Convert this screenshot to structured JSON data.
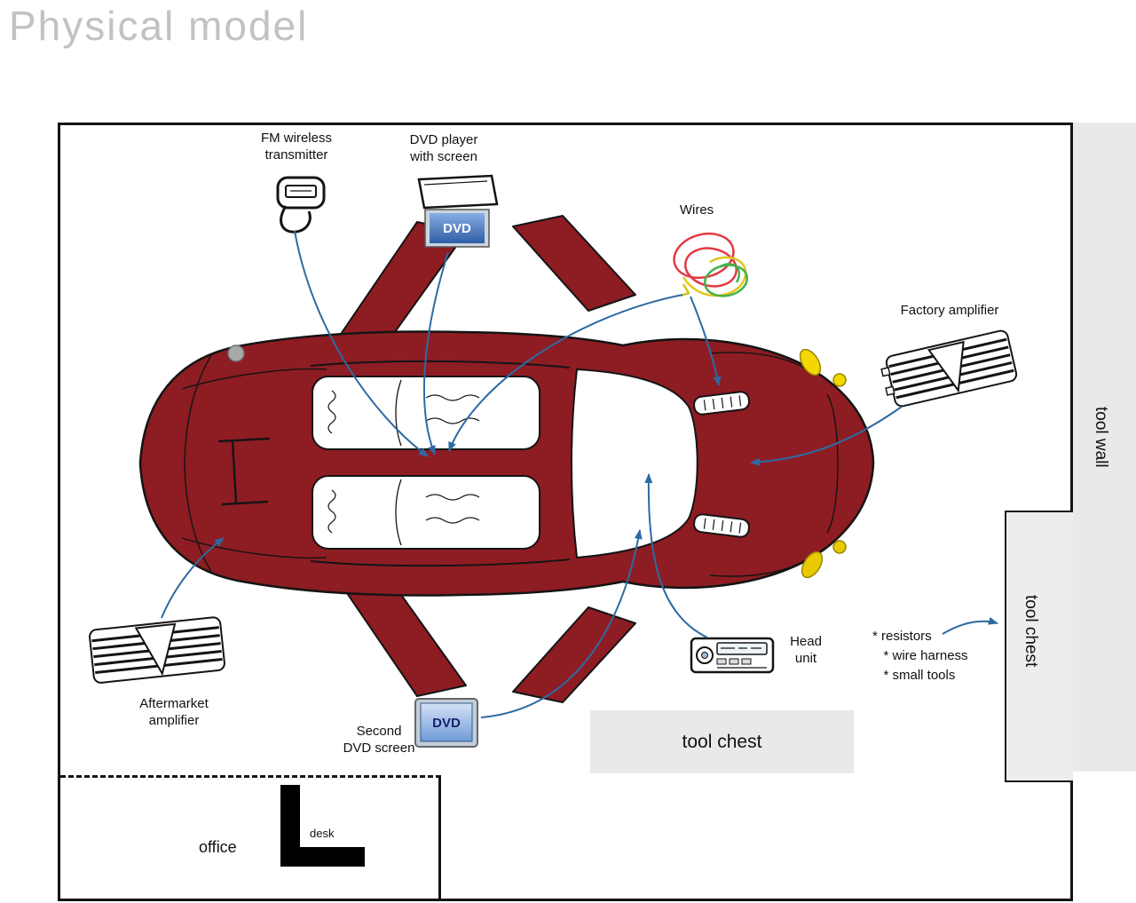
{
  "title": "Physical model",
  "colors": {
    "car_red": "#8e1c23",
    "arrow_blue": "#2d6aa3",
    "panel_gray": "#e9e9e9",
    "screen_blue": "#2f5ea8",
    "wire_red": "#e23a43",
    "wire_yellow": "#e3c51c",
    "wire_green": "#46b24a",
    "taillight_yellow": "#f2d800",
    "title_gray": "#c2c2c2"
  },
  "labels": {
    "fm_transmitter": "FM wireless\ntransmitter",
    "dvd_player": "DVD player\nwith screen",
    "wires": "Wires",
    "factory_amplifier": "Factory amplifier",
    "tool_wall": "tool wall",
    "tool_chest_side": "tool chest",
    "head_unit": "Head\nunit",
    "supplies": "* resistors\n   * wire harness\n   * small tools",
    "aftermarket_amplifier": "Aftermarket\namplifier",
    "second_dvd_screen": "Second\nDVD screen",
    "tool_chest_bottom": "tool chest",
    "office": "office",
    "desk": "desk"
  },
  "screens": {
    "dvd_player_text": "DVD",
    "second_screen_text": "DVD"
  }
}
